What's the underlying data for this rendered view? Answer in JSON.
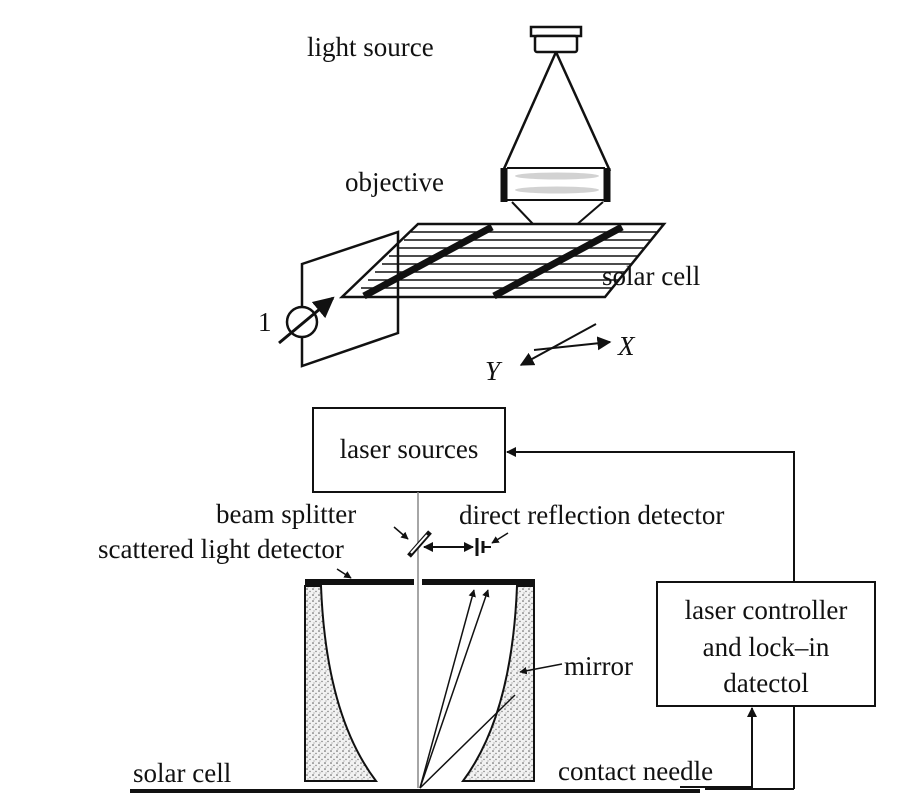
{
  "top": {
    "light_source": "light source",
    "objective": "objective",
    "solar_cell": "solar cell",
    "meter_number": "1",
    "axis_x": "X",
    "axis_y": "Y"
  },
  "bottom": {
    "laser_sources": "laser sources",
    "beam_splitter": "beam splitter",
    "direct_reflection_detector": "direct reflection detector",
    "scattered_light_detector": "scattered light detector",
    "mirror": "mirror",
    "laser_controller_line1": "laser controller",
    "laser_controller_line2": "and lock–in",
    "laser_controller_line3": "datectol",
    "solar_cell": "solar cell",
    "contact_needle": "contact needle"
  }
}
